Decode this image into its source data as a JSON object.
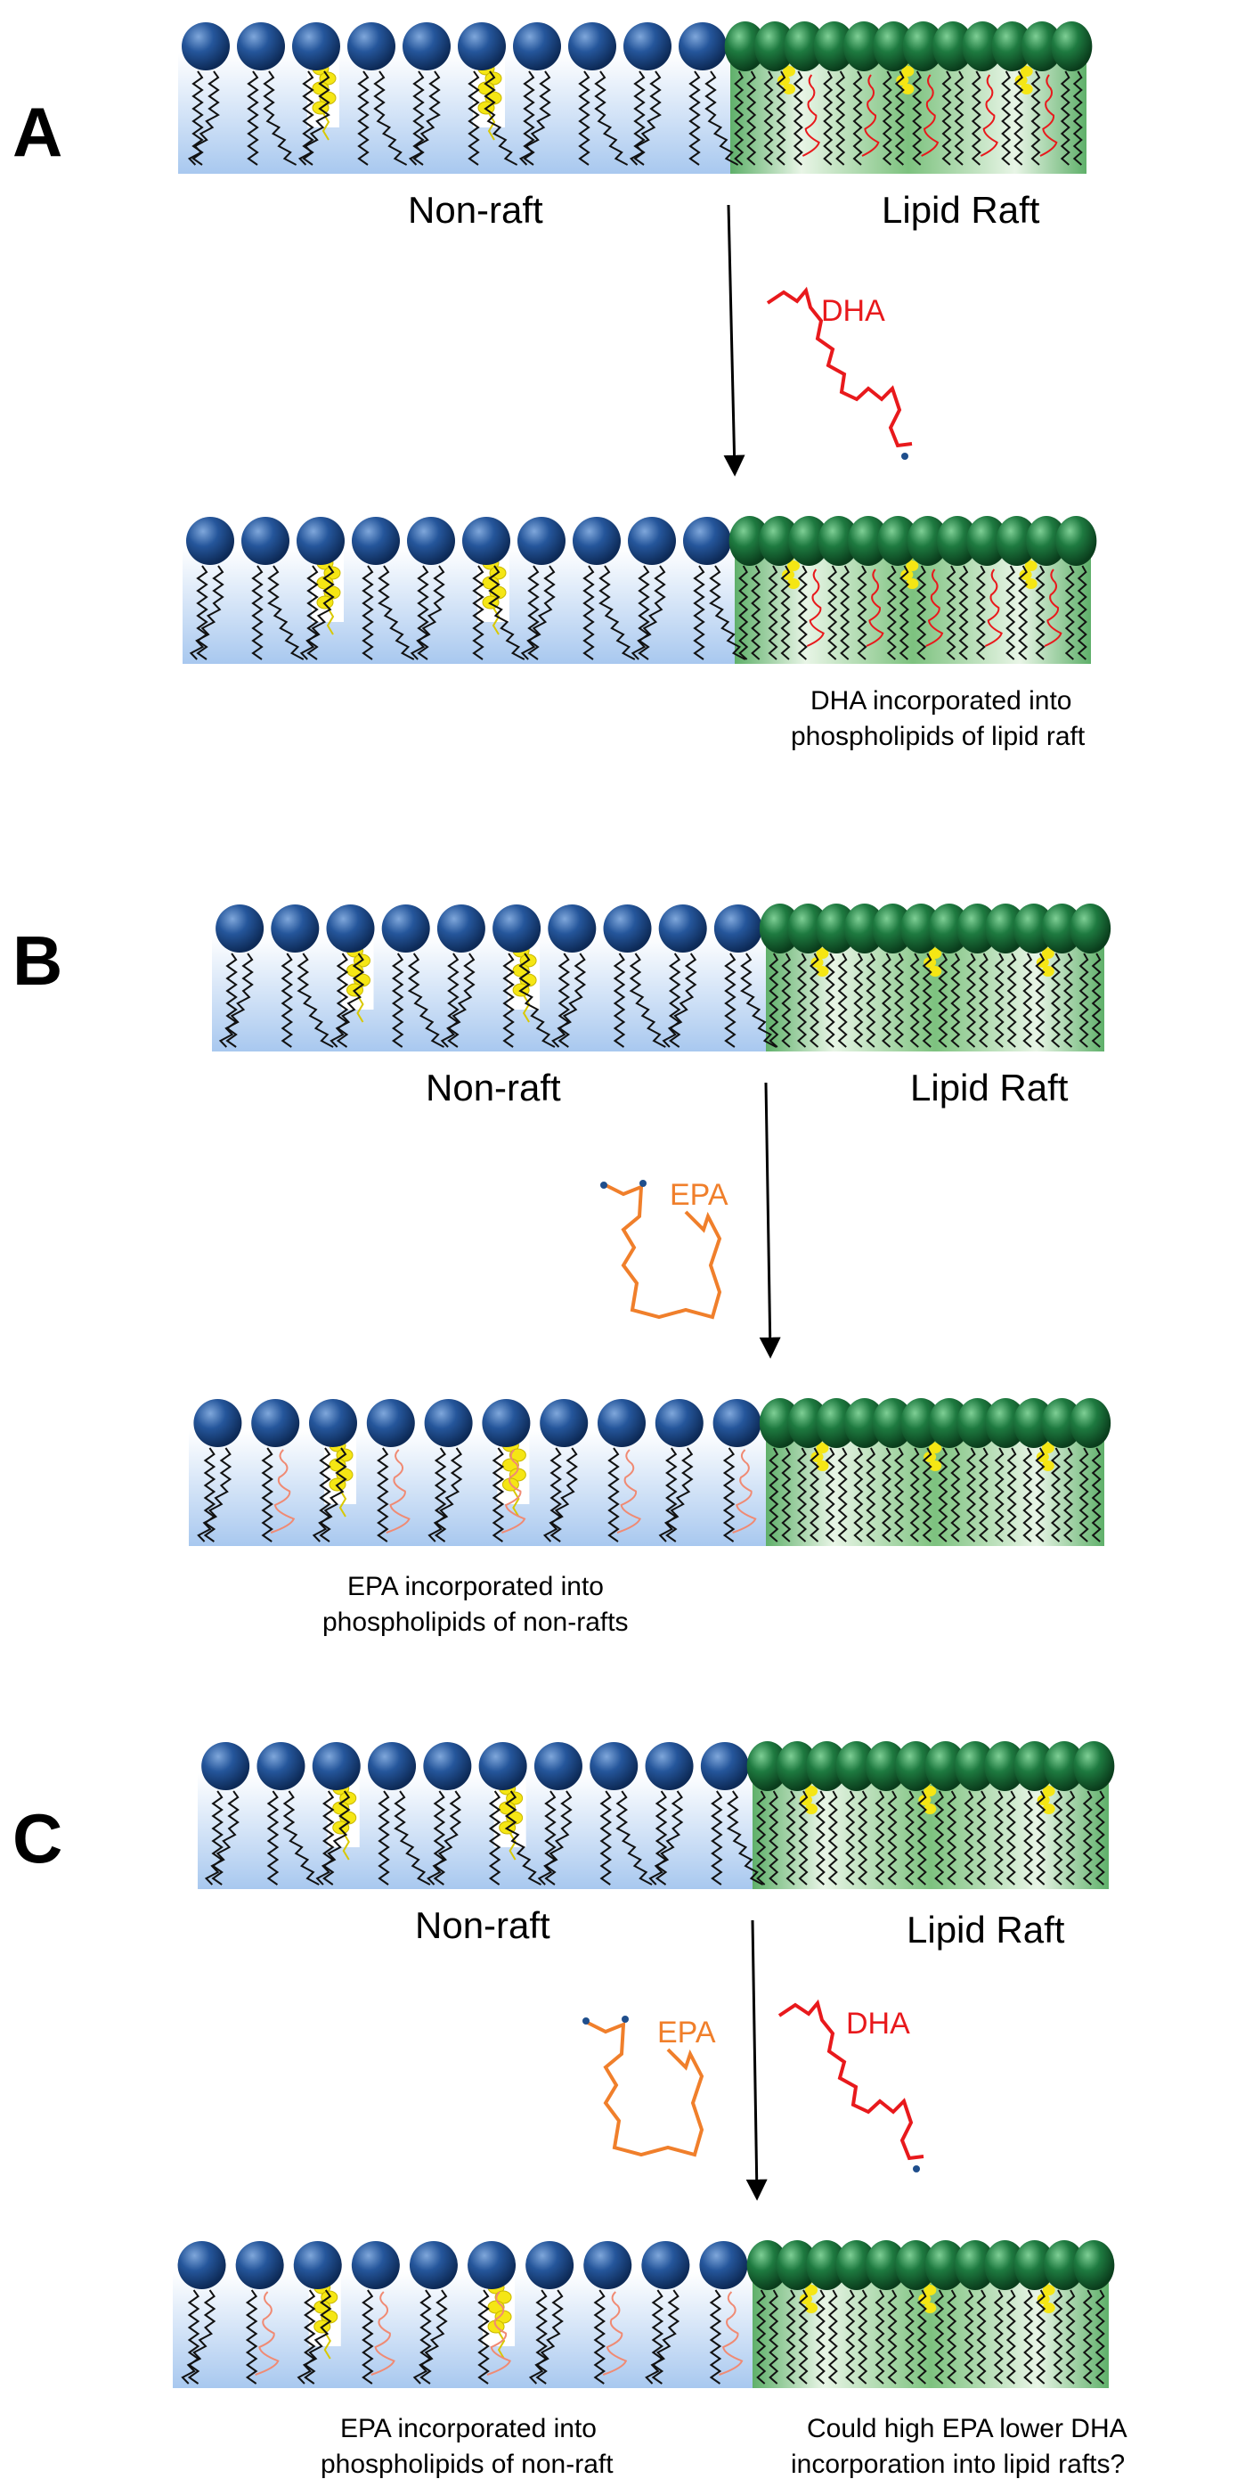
{
  "panels": [
    {
      "letter": "A",
      "nonraft_label": "Non-raft",
      "raft_label": "Lipid Raft",
      "molecule_labels": [
        "DHA"
      ],
      "caption_lines": [
        "DHA incorporated into",
        "phospholipids of lipid raft"
      ]
    },
    {
      "letter": "B",
      "nonraft_label": "Non-raft",
      "raft_label": "Lipid Raft",
      "molecule_labels": [
        "EPA"
      ],
      "caption_lines": [
        "EPA incorporated into",
        "phospholipids of non-rafts"
      ]
    },
    {
      "letter": "C",
      "nonraft_label": "Non-raft",
      "raft_label": "Lipid Raft",
      "molecule_labels": [
        "EPA",
        "DHA"
      ],
      "caption_left_lines": [
        "EPA incorporated into",
        "phospholipids of non-raft"
      ],
      "caption_right_lines": [
        "Could high EPA lower DHA",
        "incorporation into lipid rafts?"
      ]
    }
  ],
  "colors": {
    "nonraft_head": "#1f4e8c",
    "raft_head": "#1f6b3a",
    "dha": "#e8191c",
    "epa": "#f07f2b",
    "cholesterol": "#f5e614"
  }
}
